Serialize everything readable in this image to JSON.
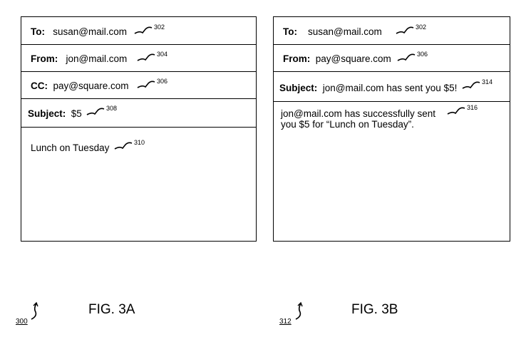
{
  "fig_a": {
    "to_label": "To:",
    "to_value": "susan@mail.com",
    "to_ref": "302",
    "from_label": "From:",
    "from_value": "jon@mail.com",
    "from_ref": "304",
    "cc_label": "CC:",
    "cc_value": "pay@square.com",
    "cc_ref": "306",
    "subject_label": "Subject:",
    "subject_value": "$5",
    "subject_ref": "308",
    "body_text": "Lunch on Tuesday",
    "body_ref": "310",
    "caption": "FIG. 3A",
    "figure_ref": "300"
  },
  "fig_b": {
    "to_label": "To:",
    "to_value": "susan@mail.com",
    "to_ref": "302",
    "from_label": "From:",
    "from_value": "pay@square.com",
    "from_ref": "306",
    "subject_label": "Subject:",
    "subject_value": "jon@mail.com has sent you $5!",
    "subject_ref": "314",
    "body_line1": "jon@mail.com has successfully sent",
    "body_line2": "you $5 for “Lunch on Tuesday”.",
    "body_ref": "316",
    "caption": "FIG. 3B",
    "figure_ref": "312"
  }
}
